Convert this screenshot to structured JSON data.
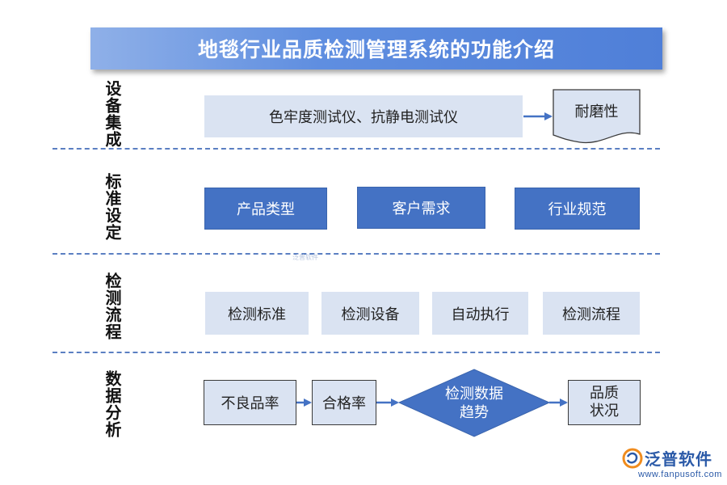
{
  "title": "地毯行业品质检测管理系统的功能介绍",
  "sections": [
    {
      "label": "设备集成",
      "boxes": [
        "色牢度测试仪、抗静电测试仪"
      ],
      "document": "耐磨性"
    },
    {
      "label": "标准设定",
      "boxes": [
        "产品类型",
        "客户需求",
        "行业规范"
      ]
    },
    {
      "label": "检测流程",
      "boxes": [
        "检测标准",
        "检测设备",
        "自动执行",
        "检测流程"
      ]
    },
    {
      "label": "数据分析",
      "boxes": [
        "不良品率",
        "合格率"
      ],
      "decision": [
        "检测数据",
        "趋势"
      ],
      "result": [
        "品质",
        "状况"
      ]
    }
  ],
  "watermark": "泛普软件",
  "logo": {
    "name": "泛普软件",
    "url": "www.fanpusoft.com"
  },
  "colors": {
    "title_bg": "#5f8ee0",
    "dark_box": "#4472c4",
    "light_box": "#dae3f2",
    "arrow": "#4472c4"
  }
}
